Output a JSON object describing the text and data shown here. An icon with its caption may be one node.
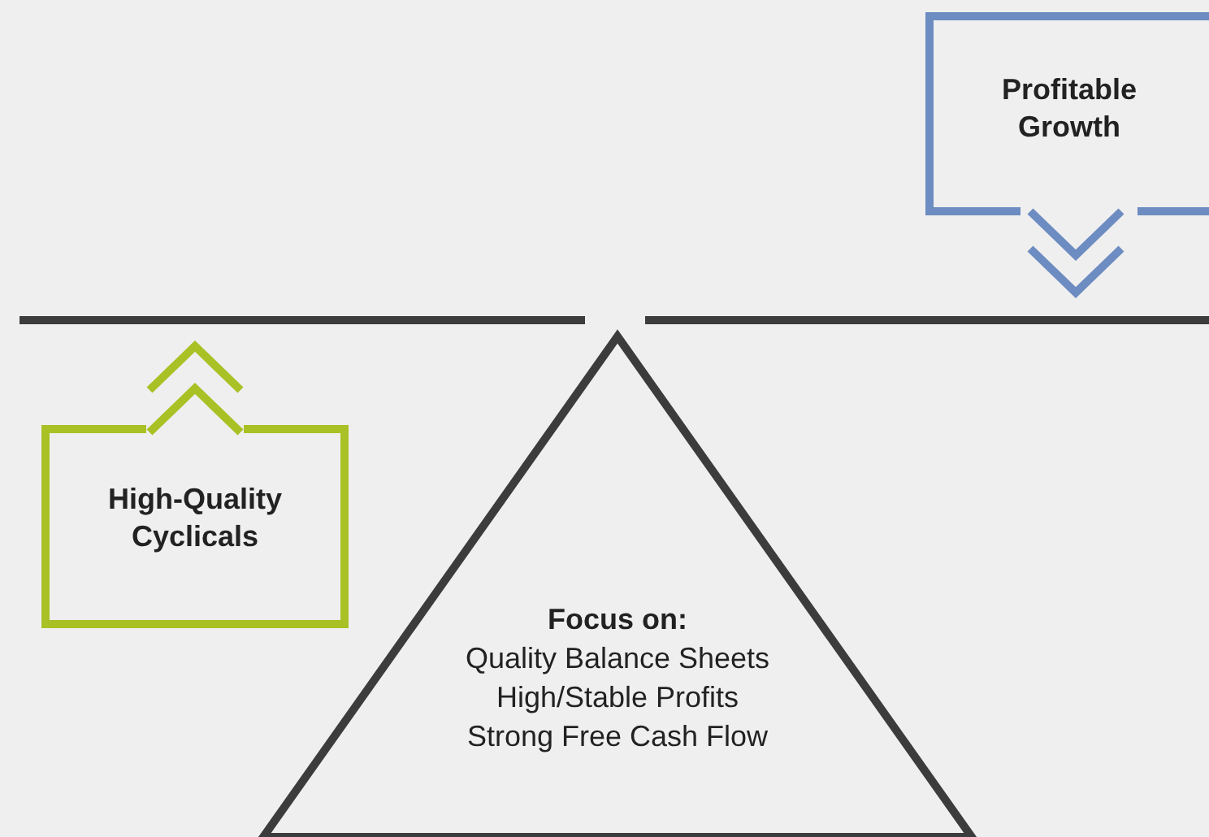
{
  "diagram": {
    "nodes": [
      {
        "text": [
          "Profitable Growth"
        ]
      },
      {
        "text": [
          "High-Quality Cyclicals"
        ]
      },
      {
        "text": [
          "Focus on:",
          "Quality Balance Sheets",
          "High/Stable Profits",
          "Strong Free Cash Flow"
        ]
      }
    ],
    "edges": []
  }
}
